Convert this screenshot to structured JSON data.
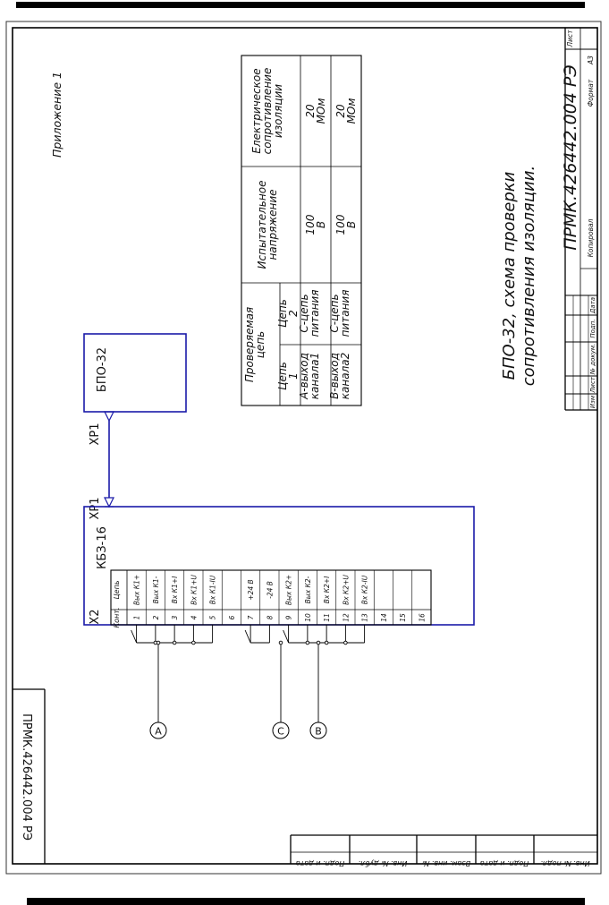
{
  "appendix": "Приложение 1",
  "doc_code": "ПРМК.426442.004 РЭ",
  "doc_code_stamp": "ПРМК.426442.004 РЭ",
  "caption": {
    "line1": "БПО-32, схема проверки",
    "line2": "сопротивления изоляции."
  },
  "devices": {
    "bpo": "БПО-32",
    "kbz": "КБЗ-16",
    "xp1_top": "ХР1",
    "xp1_bottom": "ХР1",
    "x2": "Х2"
  },
  "pin_table": {
    "header": {
      "kont": "Конт.",
      "tsep": "Цепь"
    },
    "rows": [
      {
        "n": "1",
        "name": "Вых К1+"
      },
      {
        "n": "2",
        "name": "Вых К1-"
      },
      {
        "n": "3",
        "name": "Вх К1+I"
      },
      {
        "n": "4",
        "name": "Вх К1+U"
      },
      {
        "n": "5",
        "name": "Вх К1-IU"
      },
      {
        "n": "6",
        "name": ""
      },
      {
        "n": "7",
        "name": "+24 В"
      },
      {
        "n": "8",
        "name": "-24 В"
      },
      {
        "n": "9",
        "name": "Вых К2+"
      },
      {
        "n": "10",
        "name": "Вых К2-"
      },
      {
        "n": "11",
        "name": "Вх К2+I"
      },
      {
        "n": "12",
        "name": "Вх К2+U"
      },
      {
        "n": "13",
        "name": "Вх К2-IU"
      },
      {
        "n": "14",
        "name": ""
      },
      {
        "n": "15",
        "name": ""
      },
      {
        "n": "16",
        "name": ""
      }
    ]
  },
  "circuits": {
    "a": "A",
    "c": "C",
    "b": "B"
  },
  "test_table": {
    "h_circuit": "Проверяемая цепь",
    "h_c1": "Цепь 1",
    "h_c2": "Цепь 2",
    "h_voltage": "Испытательное напряжение",
    "h_resistance": "Електрическое сопротивление изоляции",
    "rows": [
      {
        "c1": "А-выход канала1",
        "c2": "С-цепь питания",
        "voltage": "100 В",
        "resistance": "20 МОм"
      },
      {
        "c1": "В-выход канала2",
        "c2": "С-цепь питания",
        "voltage": "100 В",
        "resistance": "20 МОм"
      }
    ]
  },
  "stamp": {
    "izm": "Изм",
    "list": "Лист",
    "ndokum": "№ докум.",
    "podp": "Подп.",
    "data": "Дата",
    "list_corner": "Лист",
    "kopiroval": "Копировал",
    "format": "Формат",
    "format_value": "А3"
  },
  "side_strip": [
    "Подп. и дата",
    "Инв. № дубл.",
    "Взам. инв. №",
    "Подп. и дата",
    "Инв. № подл."
  ]
}
